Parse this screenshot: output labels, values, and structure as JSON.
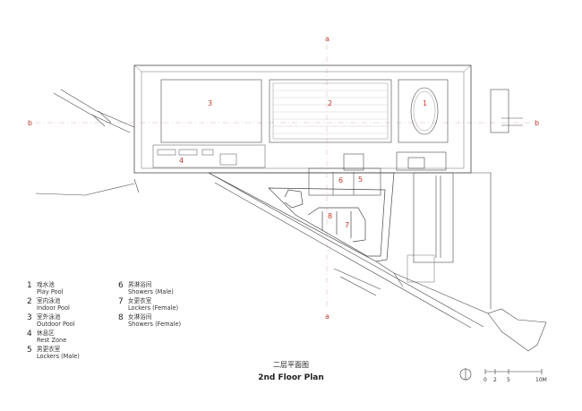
{
  "section_marks": {
    "a_top": "a",
    "a_bottom": "a",
    "b_left": "b",
    "b_right": "b"
  },
  "room_labels": {
    "r1": "1",
    "r2": "2",
    "r3": "3",
    "r4": "4",
    "r5": "5",
    "r6": "6",
    "r7": "7",
    "r8": "8"
  },
  "colors": {
    "accent": "#c0392b",
    "line": "#4a4a4a",
    "guide": "#d9b3b3"
  },
  "legend": [
    {
      "num": "1",
      "zh": "戏水池",
      "en": "Play Pool"
    },
    {
      "num": "2",
      "zh": "室内泳池",
      "en": "Indoor Pool"
    },
    {
      "num": "3",
      "zh": "室外泳池",
      "en": "Outdoor Pool"
    },
    {
      "num": "4",
      "zh": "休息区",
      "en": "Rest Zone"
    },
    {
      "num": "5",
      "zh": "男更衣室",
      "en": "Lockers (Male)"
    },
    {
      "num": "6",
      "zh": "男淋浴间",
      "en": "Showers (Male)"
    },
    {
      "num": "7",
      "zh": "女更衣室",
      "en": "Lockers (Female)"
    },
    {
      "num": "8",
      "zh": "女淋浴间",
      "en": "Showers (Female)"
    }
  ],
  "title": {
    "zh": "二层平面图",
    "en": "2nd Floor Plan"
  },
  "scale_bar": {
    "t0": "0",
    "t2": "2",
    "t5": "5",
    "t10": "10M"
  },
  "north_arrow": "north-arrow"
}
